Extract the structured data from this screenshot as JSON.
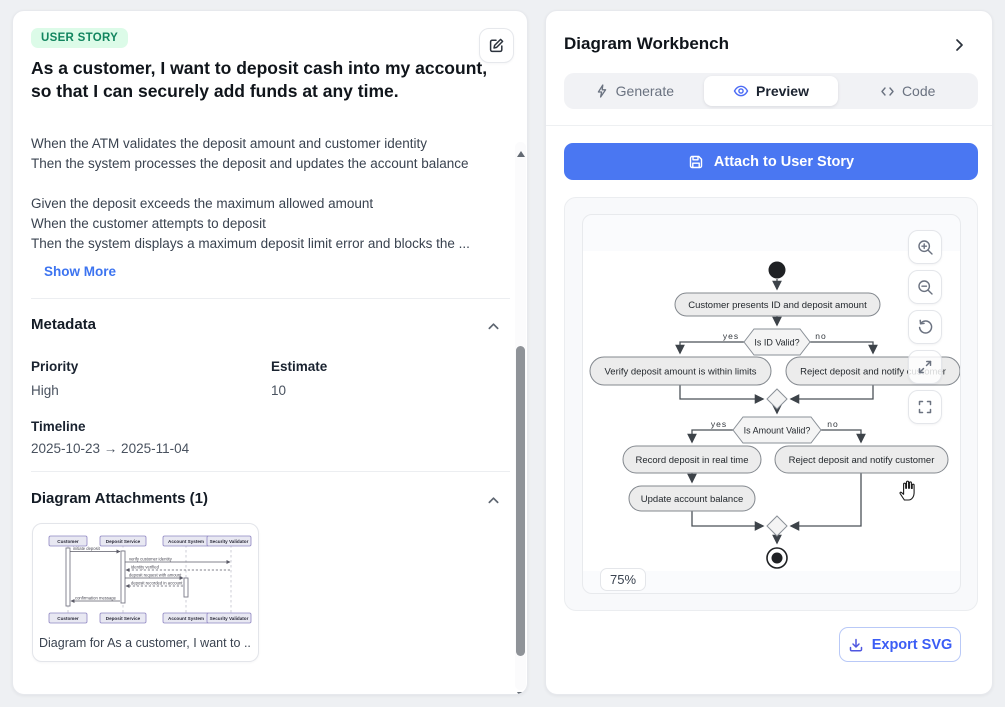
{
  "story": {
    "badge": "USER STORY",
    "title": "As a customer, I want to deposit cash into my account, so that I can securely add funds at any time.",
    "description_lines": [
      "When the ATM validates the deposit amount and customer identity",
      "Then the system processes the deposit and updates the account balance",
      "",
      "Given the deposit exceeds the maximum allowed amount",
      "When the customer attempts to deposit",
      "Then the system displays a maximum deposit limit error and blocks the ..."
    ],
    "show_more": "Show More",
    "metadata": {
      "heading": "Metadata",
      "priority_label": "Priority",
      "priority_value": "High",
      "estimate_label": "Estimate",
      "estimate_value": "10",
      "timeline_label": "Timeline",
      "timeline_value": "2025-10-23 → 2025-11-04"
    },
    "attachments": {
      "heading": "Diagram Attachments (1)",
      "caption": "Diagram for As a customer, I want to ..."
    }
  },
  "sequence_thumbnail": {
    "actors": [
      "Customer",
      "Deposit Service",
      "Account System",
      "Security Validator"
    ],
    "messages": [
      "initiate deposit",
      "verify customer identity",
      "identity verified",
      "deposit request with amount",
      "deposit recorded in account",
      "confirmation message"
    ]
  },
  "workbench": {
    "title": "Diagram Workbench",
    "tabs": [
      {
        "label": "Generate"
      },
      {
        "label": "Preview"
      },
      {
        "label": "Code"
      }
    ],
    "attach_button": "Attach to User Story",
    "zoom_level": "75%",
    "export_button": "Export SVG"
  },
  "flowchart": {
    "nodes": {
      "present": "Customer presents ID and deposit amount",
      "decision_id": "Is ID Valid?",
      "verify": "Verify deposit amount is within limits",
      "reject1": "Reject deposit and notify customer",
      "decision_amount": "Is Amount Valid?",
      "record": "Record deposit in real time",
      "reject2": "Reject deposit and notify customer",
      "update": "Update account balance"
    },
    "labels": {
      "yes": "yes",
      "no": "no"
    }
  },
  "colors": {
    "accent_blue": "#4a77f2",
    "export_blue": "#3b5df5",
    "badge_green_bg": "#dcfbe8",
    "badge_green_text": "#12855f",
    "link_blue": "#3d74f0"
  }
}
